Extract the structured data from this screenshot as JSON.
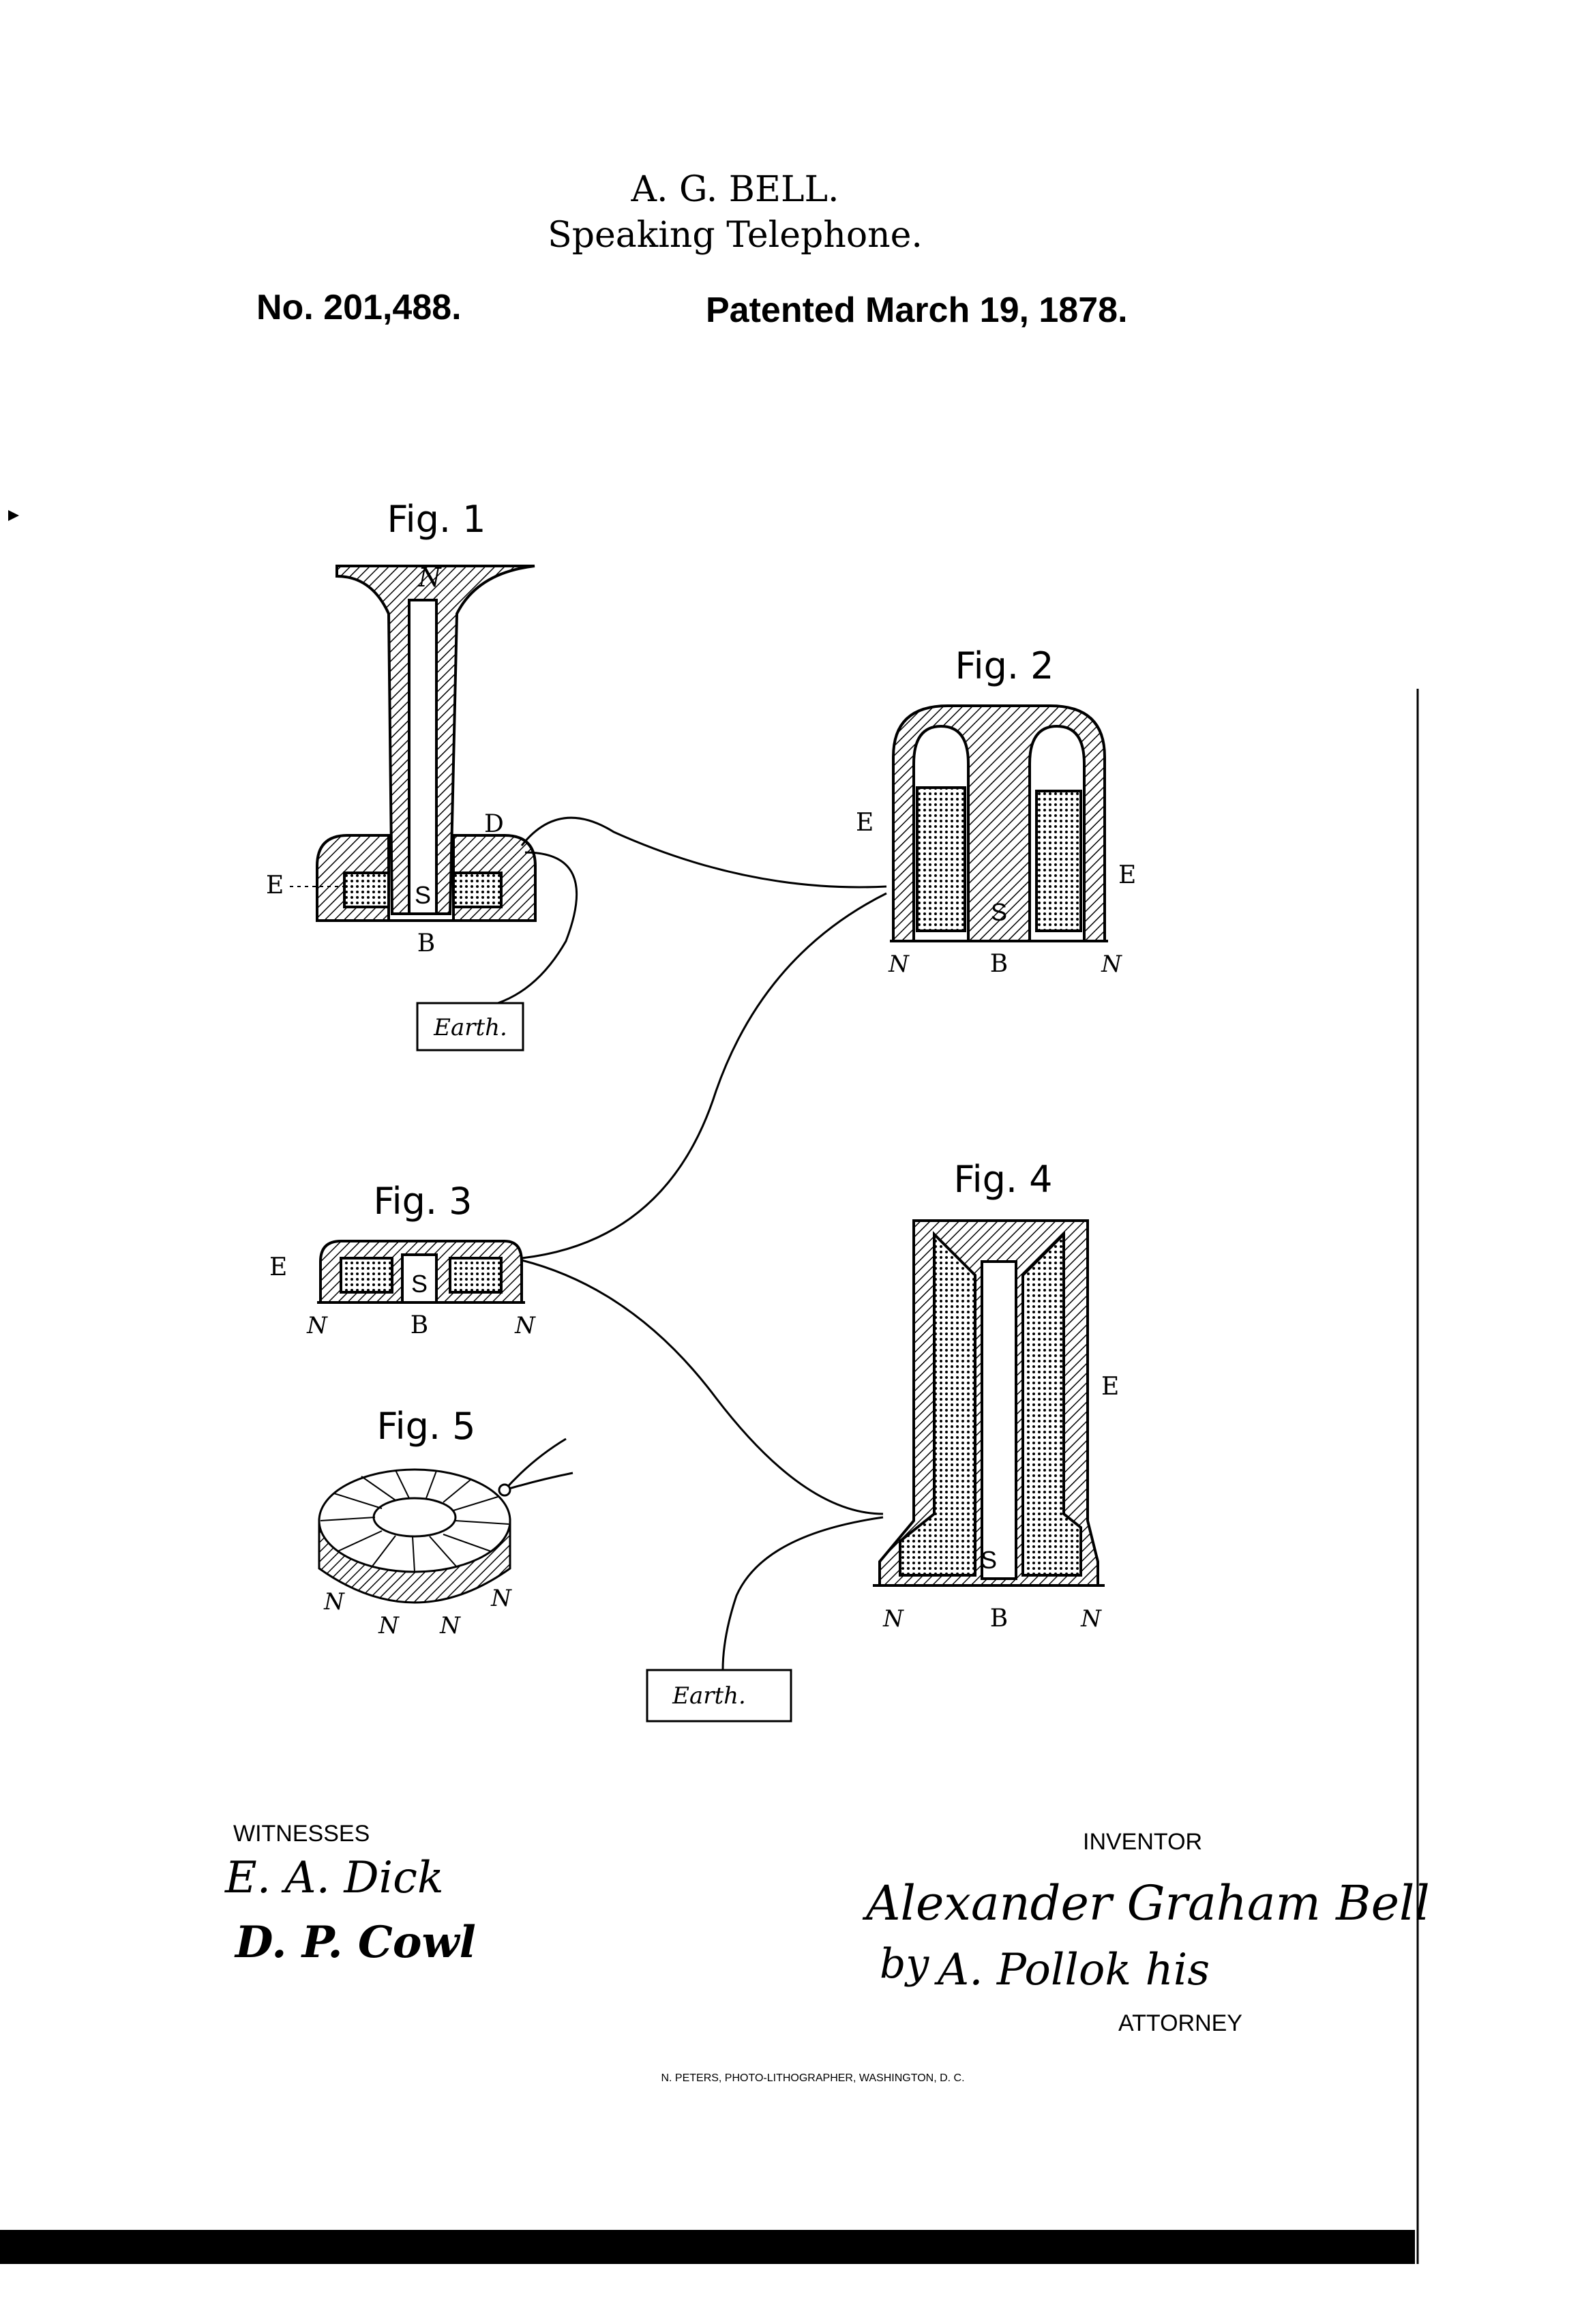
{
  "header": {
    "inventor": "A. G. BELL.",
    "title": "Speaking Telephone.",
    "patent_number": "No. 201,488.",
    "patent_date": "Patented March 19, 1878."
  },
  "figures": {
    "fig1": {
      "label": "Fig. 1",
      "top_letter": "N",
      "d": "D",
      "e": "E",
      "s": "S",
      "b": "B"
    },
    "fig2": {
      "label": "Fig. 2",
      "e_left": "E",
      "e_right": "E",
      "s": "S",
      "n_left": "N",
      "b": "B",
      "n_right": "N"
    },
    "fig3": {
      "label": "Fig. 3",
      "e": "E",
      "s": "S",
      "n_left": "N",
      "b": "B",
      "n_right": "N"
    },
    "fig4": {
      "label": "Fig. 4",
      "e": "E",
      "s": "S",
      "n_left": "N",
      "b": "B",
      "n_right": "N"
    },
    "fig5": {
      "label": "Fig. 5",
      "n1": "N",
      "n2": "N",
      "n3": "N",
      "n4": "N"
    },
    "earth_labels": [
      "Earth.",
      "Earth."
    ]
  },
  "footer": {
    "witnesses_label": "WITNESSES",
    "witness_signatures": [
      "E. A. Dick",
      "D. P. Cowl"
    ],
    "inventor_label": "INVENTOR",
    "inventor_signature": "Alexander Graham Bell",
    "by": "by",
    "attorney_signature": "A. Pollok his",
    "attorney_label": "ATTORNEY",
    "lithographer": "N. PETERS, PHOTO-LITHOGRAPHER, WASHINGTON, D. C."
  },
  "colors": {
    "ink": "#000000",
    "paper": "#ffffff"
  }
}
